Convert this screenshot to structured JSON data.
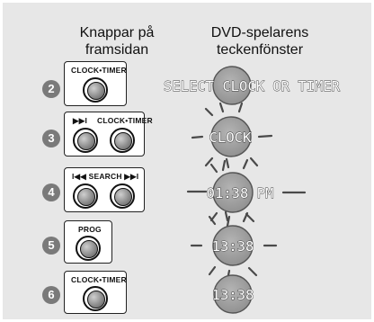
{
  "headers": {
    "left": [
      "Knappar på",
      "framsidan"
    ],
    "right": [
      "DVD-spelarens",
      "teckenfönster"
    ]
  },
  "steps": [
    {
      "number": "2",
      "labels": [
        "CLOCK•TIMER"
      ],
      "display": "SELECT CLOCK OR TIMER"
    },
    {
      "number": "3",
      "labels": [
        "▶▶I",
        "CLOCK•TIMER"
      ],
      "display": "CLOCK"
    },
    {
      "number": "4",
      "labels": [
        "I◀◀ SEARCH ▶▶I"
      ],
      "display": "01:38 PM"
    },
    {
      "number": "5",
      "labels": [
        "PROG"
      ],
      "display": "13:38"
    },
    {
      "number": "6",
      "labels": [
        "CLOCK•TIMER"
      ],
      "display": "13:38"
    }
  ],
  "colors": {
    "background": "#e7e7e7",
    "step_badge": "#7a7a7a",
    "display_disc": "#a6a6a6"
  }
}
